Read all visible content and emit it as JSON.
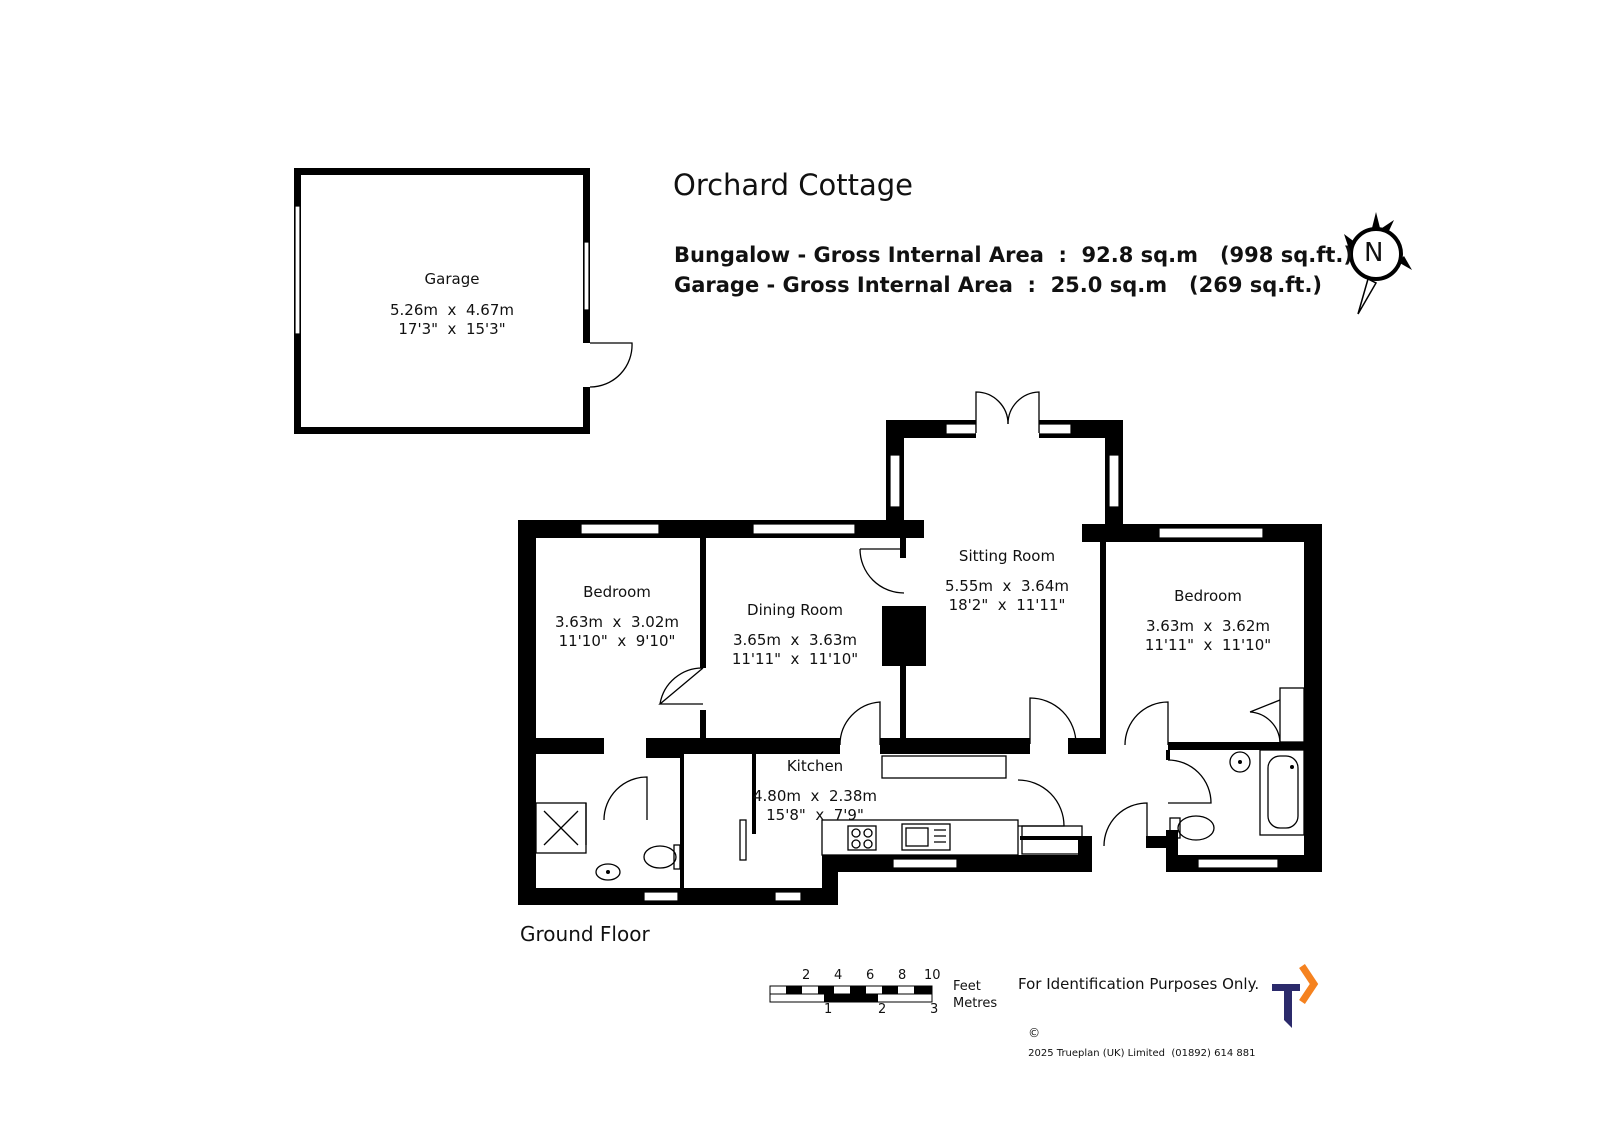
{
  "property": {
    "title": "Orchard Cottage",
    "areas": [
      {
        "label": "Bungalow - Gross Internal Area  :  92.8 sq.m   (998 sq.ft.)"
      },
      {
        "label": "Garage - Gross Internal Area  :  25.0 sq.m   (269 sq.ft.)"
      }
    ]
  },
  "compass": {
    "letter": "N",
    "icon": "north-arrow-icon"
  },
  "rooms": {
    "garage": {
      "name": "Garage",
      "metric": "5.26m  x  4.67m",
      "imperial": "17'3\"  x  15'3\""
    },
    "bedroom_west": {
      "name": "Bedroom",
      "metric": "3.63m  x  3.02m",
      "imperial": "11'10\"  x  9'10\""
    },
    "dining": {
      "name": "Dining Room",
      "metric": "3.65m  x  3.63m",
      "imperial": "11'11\"  x  11'10\""
    },
    "sitting": {
      "name": "Sitting Room",
      "metric": "5.55m  x  3.64m",
      "imperial": "18'2\"  x  11'11\""
    },
    "bedroom_east": {
      "name": "Bedroom",
      "metric": "3.63m  x  3.62m",
      "imperial": "11'11\"  x  11'10\""
    },
    "kitchen": {
      "name": "Kitchen",
      "metric": "4.80m  x  2.38m",
      "imperial": "15'8\"  x  7'9\""
    }
  },
  "floor": {
    "label": "Ground Floor"
  },
  "scale": {
    "feet_ticks": [
      "2",
      "4",
      "6",
      "8",
      "10"
    ],
    "metre_ticks": [
      "1",
      "2",
      "3"
    ],
    "feet_label": "Feet",
    "metres_label": "Metres"
  },
  "footer": {
    "disclaimer": "For Identification Purposes Only.",
    "copyright": "2025 Trueplan (UK) Limited  (01892) 614 881",
    "copyright_symbol": "©",
    "logo_icon": "trueplan-logo-icon",
    "brand_colors": {
      "navy": "#2b2a6b",
      "orange": "#f5821f"
    }
  }
}
